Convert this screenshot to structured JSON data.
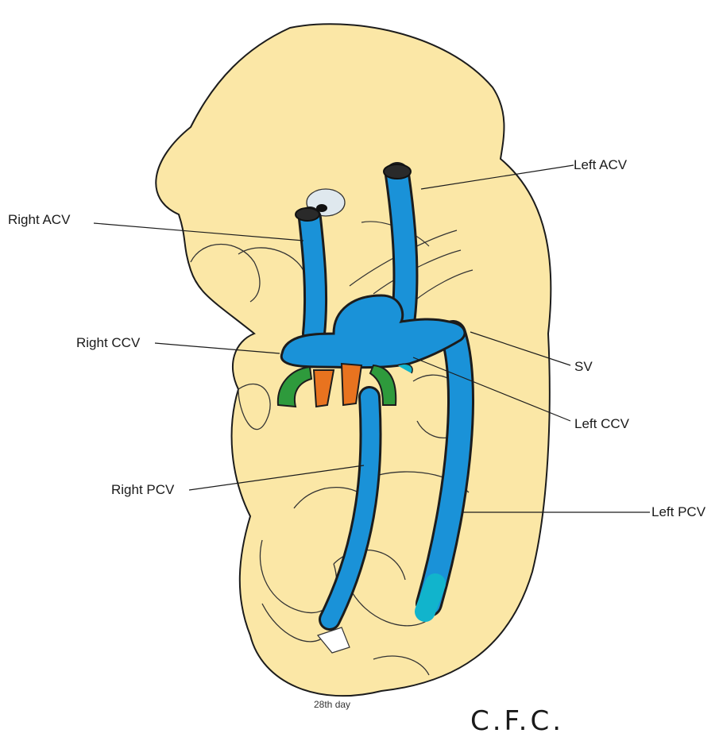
{
  "labels": {
    "left_acv": "Left ACV",
    "right_acv": "Right ACV",
    "right_ccv": "Right CCV",
    "sv": "SV",
    "left_ccv": "Left CCV",
    "right_pcv": "Right PCV",
    "left_pcv": "Left PCV"
  },
  "caption": "28th day",
  "signature": "C.F.C.",
  "colors": {
    "embryo": "#fbe7a6",
    "vein": "#1a92d8",
    "vein_end": "#11b4cc",
    "outline": "#1c1c1c",
    "green": "#2e9a3c",
    "orange": "#e8731f",
    "eye": "#dfe8ee"
  }
}
